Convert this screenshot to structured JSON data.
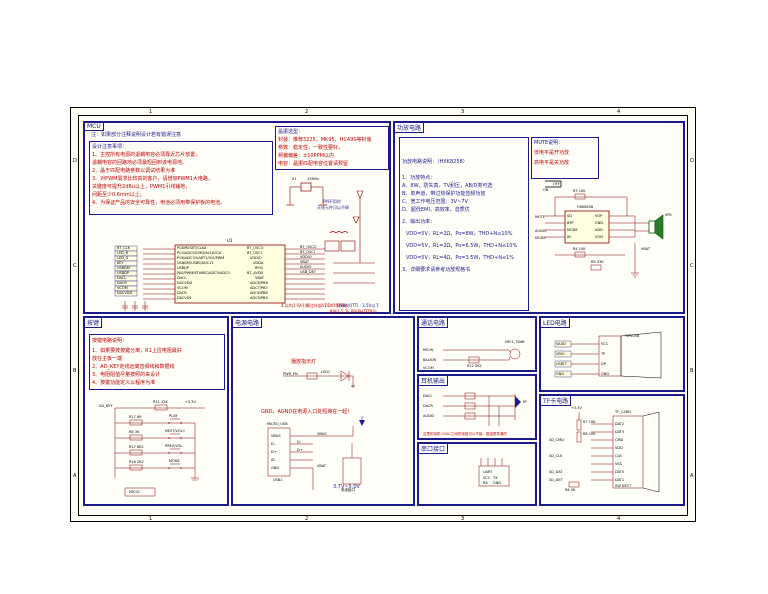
{
  "mcu": {
    "title": "MCU",
    "header_note": "注：如果部分注释说明设计若有错误注意",
    "design_title": "设计注意事项：",
    "notes": [
      "1、主控所有电源的退耦电容必须靠近芯片放置，",
      "   退耦电容的回路地必须最短回到该电源地。",
      "2、晶于匹配电路参数以调试结果为准",
      "3、对PWM需求比较高的客户，请增加PWM1大电路，",
      "   关键度可提升2dBu以上，PWM1引线铺地，",
      "   间距至少0.6mm以上。",
      "4、为保证产品的安全可靠性，电池必须用带保护板的电池。"
    ],
    "crystal_note": "晶振选型：",
    "crystal_lines": [
      "封装：推荐3225，MK95、HC49S等封装",
      "参数：稳定性，一致性要好，",
      "     频偏偏差：±10PPM以内",
      "电容：晶振匹配电容位置请预留"
    ],
    "rf_note": "PM不用时",
    "rf_note2": "天线元件可以不焊",
    "chip_left_pins": [
      "PC8/RESET/CLKA",
      "PC4/ADC0/CMD/ACLK/ICA",
      "PC6/ADC3/UART1/ICA/PWM",
      "USBDM/USB0/ADC11",
      "USBDP",
      "PA0/PWM/KTVARC/ADC5/ADC0",
      "DACL",
      "DACVDD",
      "VCOM",
      "DACR",
      "DACVSS"
    ],
    "chip_right_pins": [
      "BT_OSCO",
      "BT_OSCI",
      "VDDIO",
      "VDDA",
      "RFIO",
      "BT_AVDD",
      "VBAT",
      "ADC6/PB6",
      "ADC7/PB7",
      "ADC8/PB8",
      "ADC9/PB9"
    ],
    "chip_name": "U1",
    "side_labels": [
      "BT_CLK",
      "LED_R",
      "LED_G",
      "KEY",
      "USBDM",
      "USBDP",
      "DACL",
      "DACR",
      "VCOM",
      "DACVDD"
    ],
    "right_labels": [
      "BT_OSCO",
      "BT_OSCI",
      "VDDIO",
      "VBAT",
      "AUDIO",
      "USB_DET"
    ],
    "bottom_note": "4.以内1.5A引脚过外部VDDIO等供电",
    "bottom_note2": "晶振1:5.2k,PB(PH.DTRS)",
    "vcc_note": "USB-VOTTI : 3.5V以下",
    "crystal_label": "12MHz",
    "x1_label": "X1"
  },
  "amp": {
    "title": "功放电路",
    "desc_title": "功放电路说明：（HXK8258）",
    "lines": [
      "1、功放特点：",
      "  A、8W，防失真，TV耐压，AB/D类可选",
      "  B、单声道，带过热保护功能音频功放",
      "  C、宽工作电压范围：3V~7V",
      "  D、超低EMI，高效率，音质优"
    ],
    "output_title": "2、输出功率：",
    "outputs": [
      "VDD=5V，RL=2Ω，Po=8W，THD+N≤10%",
      "VDD=5V，RL=2Ω，Po=6.5W，THD+N≤10%",
      "VDD=5V，RL=4Ω，Po=3.5W，THD+N≤1%"
    ],
    "footer": "3、详细要求请参考功放规格书",
    "mute_title": "MUTE说明：",
    "mute_lines": [
      "低电平是开功放",
      "高电平是关功放"
    ],
    "mute_state": "OFF",
    "mute_on": "ON",
    "chip": "HXK8258",
    "chip_pins_left": [
      "SD",
      "BYP",
      "MODE",
      "IN"
    ],
    "chip_pins_right": [
      "VOP",
      "GND",
      "VDD",
      "VON"
    ],
    "speaker": "SPK",
    "resistors": [
      "R3  10K",
      "R4  10K",
      "R5  33K"
    ],
    "signals": [
      "MUTE",
      "AUDIO",
      "MODE",
      "VBAT"
    ]
  },
  "key": {
    "title": "按键",
    "desc_title": "按键电路说明：",
    "lines": [
      "1、如果要按按键分离，R1上拉电阻最好",
      "   放在主板一端",
      "2、AD_KEY走线远离音频线和数据线",
      "3、电阻阻值尽量按照的来设计",
      "4、按键功能定义以程序为准"
    ],
    "keys": [
      "PLAY",
      "NEXT/VOL+",
      "PREV/VOL-",
      "MODE"
    ],
    "resistors": [
      "R11 22K",
      "R17 6K",
      "R8 3K",
      "R17 8K2",
      "R16 0K2"
    ],
    "net": "AD_KEY",
    "vcc": "+3.3V",
    "mic": "MIC01"
  },
  "power": {
    "title": "电源电路",
    "led_title": "播放指示灯",
    "led_ref": "LED1",
    "ground_note": "GND、AGND在电源入口处短接在一起!",
    "usb_ref": "MICRO_USB",
    "usb_pins": [
      "VBUS",
      "D-",
      "D+",
      "ID",
      "GND"
    ],
    "usb_label": "USB1",
    "vbat_note": "3.7V~5.0V",
    "battery": "电池接口",
    "signals": [
      "PWR_EN",
      "VBUS",
      "VBAT",
      "D-",
      "D+"
    ]
  },
  "mic": {
    "title": "通话电路",
    "mic_ref": "MIC1_30dB",
    "signals": [
      "MICIN",
      "BACKIN",
      "VCOM"
    ],
    "r_label": "R12 0K2"
  },
  "earphone": {
    "title": "耳机输出",
    "signals": [
      "DACL",
      "DACR",
      "AUDIO"
    ],
    "note": "这里的耳机+DAC之间的电阻可以不接，直接是导通的",
    "jack": "EF"
  },
  "uart": {
    "title": "串口接口",
    "ref": "UART",
    "pins": [
      "VCC",
      "TX",
      "RX",
      "GND"
    ]
  },
  "led": {
    "title": "LED电路",
    "pins": [
      "VAUD",
      "VBIO",
      "USBIT",
      "GND"
    ],
    "ref": "TIP6058",
    "rails": [
      "VCC",
      "TP",
      "DP",
      "GND"
    ]
  },
  "tf": {
    "title": "TF卡电路",
    "ref": "TF_CARD",
    "pins": [
      "DAT2",
      "DAT3",
      "CMD",
      "VDD",
      "CLK",
      "VSS",
      "DAT0",
      "DAT1",
      "SW DECT"
    ],
    "signals": [
      "SD_CMD",
      "SD_CLK",
      "SD_DAT",
      "SD_DET"
    ],
    "resistors": [
      "R7 10K",
      "R8 10K",
      "R6 0K"
    ],
    "vcc": "+3.3V"
  },
  "frame": {
    "top_numbers": [
      "1",
      "2",
      "3",
      "4"
    ],
    "bottom_numbers": [
      "1",
      "2",
      "3",
      "4"
    ],
    "left_letters": [
      "D",
      "C",
      "B",
      "A"
    ],
    "right_letters": [
      "D",
      "C",
      "B",
      "A"
    ]
  }
}
